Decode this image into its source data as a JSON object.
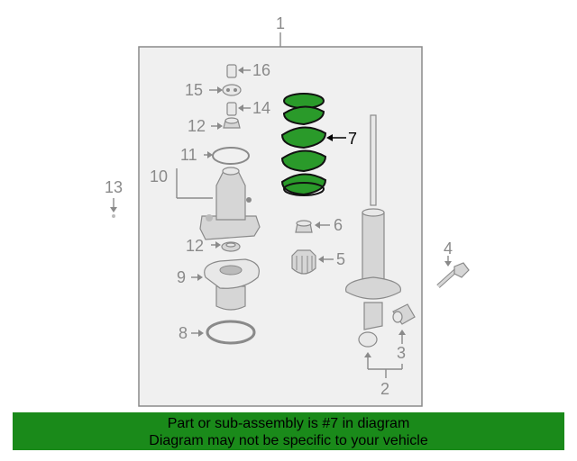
{
  "callouts": {
    "c1": "1",
    "c2": "2",
    "c3": "3",
    "c4": "4",
    "c5": "5",
    "c6": "6",
    "c7": "7",
    "c8": "8",
    "c9": "9",
    "c10": "10",
    "c11": "11",
    "c12a": "12",
    "c12b": "12",
    "c13": "13",
    "c14": "14",
    "c15": "15",
    "c16": "16"
  },
  "highlight": {
    "part_number": "7",
    "color": "#1a8a1a"
  },
  "banner": {
    "line1": "Part or sub-assembly is #7 in diagram",
    "line2": "Diagram may not be specific to your vehicle",
    "background": "#1a8a1a"
  }
}
